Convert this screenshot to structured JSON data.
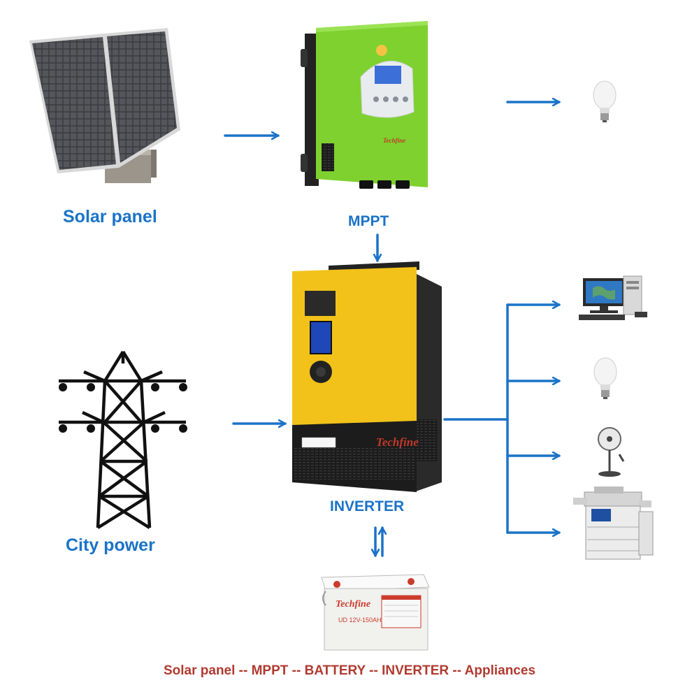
{
  "labels": {
    "solar_panel": "Solar panel",
    "mppt": "MPPT",
    "inverter": "INVERTER",
    "city_power": "City power"
  },
  "brand": {
    "mppt_logo": "Techfine",
    "inverter_logo": "Techfine",
    "battery_logo": "Techfine",
    "battery_model": "UD 12V-150AH"
  },
  "footer": "Solar panel -- MPPT -- BATTERY -- INVERTER -- Appliances",
  "colors": {
    "arrow": "#1a73c8",
    "label": "#1a73c8",
    "footer": "#b03a30",
    "mppt_body": "#7ed12e",
    "inverter_body": "#f2c21a",
    "inverter_base": "#1c1c1c",
    "battery_body": "#f1f1ee",
    "battery_accent": "#cc3b2b"
  },
  "appliances": [
    "light-bulb",
    "computer",
    "light-bulb",
    "standing-fan",
    "copier"
  ]
}
